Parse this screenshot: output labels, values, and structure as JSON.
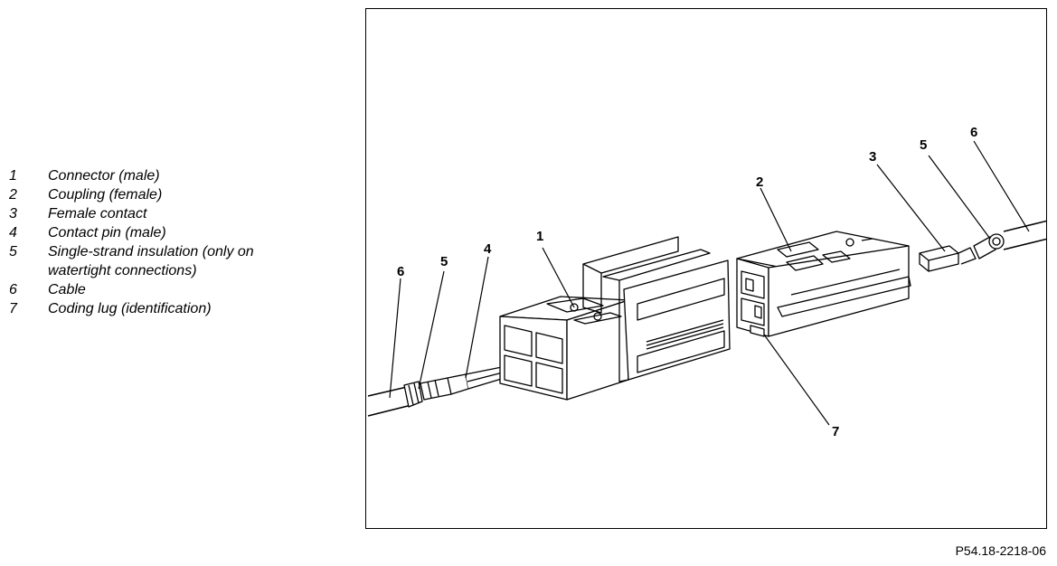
{
  "legend": [
    {
      "num": "1",
      "text": "Connector (male)"
    },
    {
      "num": "2",
      "text": "Coupling (female)"
    },
    {
      "num": "3",
      "text": "Female contact"
    },
    {
      "num": "4",
      "text": "Contact pin (male)"
    },
    {
      "num": "5",
      "text": "Single-strand insulation (only on watertight connections)"
    },
    {
      "num": "6",
      "text": "Cable"
    },
    {
      "num": "7",
      "text": "Coding lug (identification)"
    }
  ],
  "callouts": {
    "c1": "1",
    "c2": "2",
    "c3": "3",
    "c4": "4",
    "c5_left": "5",
    "c5_right": "5",
    "c6_left": "6",
    "c6_right": "6",
    "c7": "7"
  },
  "figure_id": "P54.18-2218-06"
}
